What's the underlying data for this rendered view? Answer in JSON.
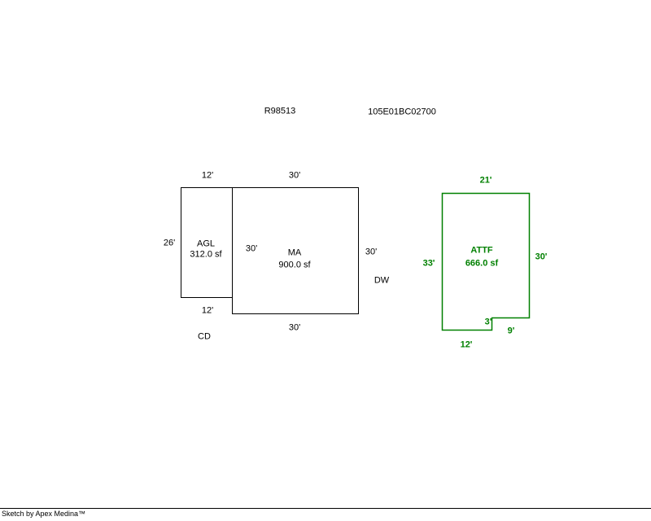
{
  "header": {
    "sketch_id": "R98513",
    "parcel_id": "105E01BC02700"
  },
  "colors": {
    "black": "#000000",
    "green": "#008000"
  },
  "agl": {
    "label": "AGL",
    "area": "312.0 sf",
    "dim_top": "12'",
    "dim_left": "26'",
    "dim_bottom": "12'",
    "note": "CD"
  },
  "ma": {
    "label": "MA",
    "area": "900.0 sf",
    "dim_top": "30'",
    "dim_left": "30'",
    "dim_right": "30'",
    "dim_bottom": "30'",
    "note": "DW"
  },
  "attf": {
    "label": "ATTF",
    "area": "666.0 sf",
    "dim_top": "21'",
    "dim_left": "33'",
    "dim_right": "30'",
    "dim_notch_v": "3'",
    "dim_notch_h": "9'",
    "dim_bottom": "12'"
  },
  "footer": {
    "credit": "Sketch by Apex Medina™"
  }
}
